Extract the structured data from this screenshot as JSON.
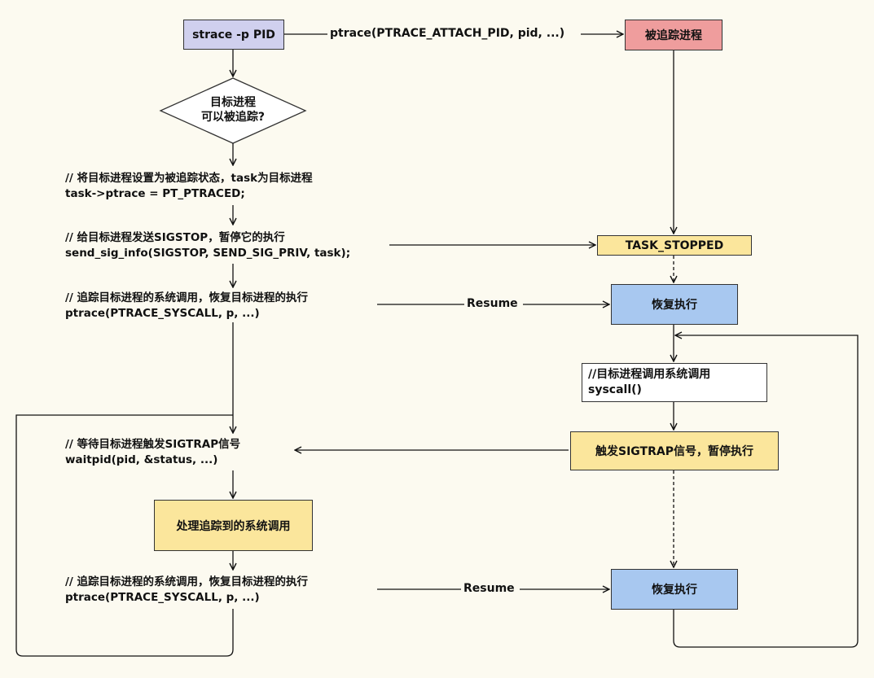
{
  "colors": {
    "background": "#fcfaf0",
    "purple_box": "#d0d0ee",
    "red_box": "#ef9d9d",
    "yellow_box": "#fbe69c",
    "blue_box": "#a8c8f0",
    "white_box": "#ffffff"
  },
  "nodes": {
    "strace": "strace -p PID",
    "traced_process": "被追踪进程",
    "decision_line1": "目标进程",
    "decision_line2": "可以被追踪?",
    "step_set_traced_line1": "// 将目标进程设置为被追踪状态，task为目标进程",
    "step_set_traced_line2": "task->ptrace = PT_PTRACED;",
    "step_send_stop_line1": "// 给目标进程发送SIGSTOP，暂停它的执行",
    "step_send_stop_line2": "send_sig_info(SIGSTOP, SEND_SIG_PRIV, task);",
    "step_syscall1_line1": "// 追踪目标进程的系统调用，恢复目标进程的执行",
    "step_syscall1_line2": "ptrace(PTRACE_SYSCALL, p, ...)",
    "step_wait_line1": "// 等待目标进程触发SIGTRAP信号",
    "step_wait_line2": "waitpid(pid, &status, ...)",
    "handle_syscall": "处理追踪到的系统调用",
    "step_syscall2_line1": "// 追踪目标进程的系统调用，恢复目标进程的执行",
    "step_syscall2_line2": "ptrace(PTRACE_SYSCALL, p, ...)",
    "task_stopped": "TASK_STOPPED",
    "resume_exec1": "恢复执行",
    "target_syscall_line1": "//目标进程调用系统调用",
    "target_syscall_line2": "syscall()",
    "trigger_sigtrap": "触发SIGTRAP信号，暂停执行",
    "resume_exec2": "恢复执行"
  },
  "edge_labels": {
    "attach": "ptrace(PTRACE_ATTACH_PID, pid, ...)",
    "resume1": "Resume",
    "resume2": "Resume"
  }
}
